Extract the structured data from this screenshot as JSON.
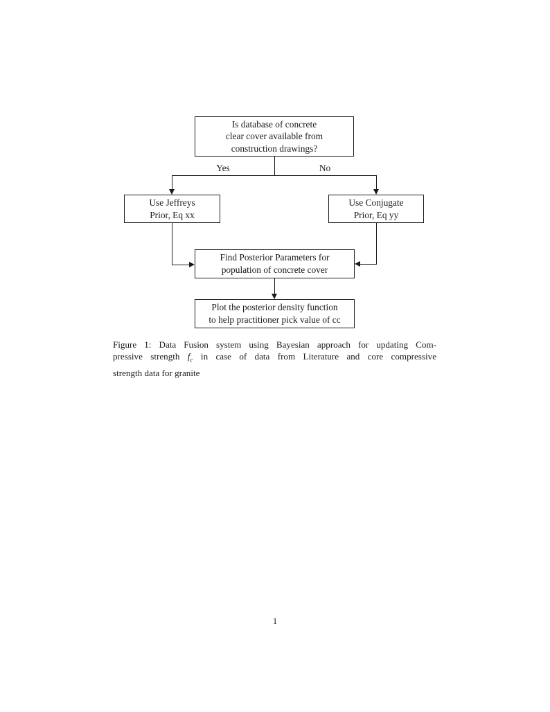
{
  "colors": {
    "ink": "#1a1a1a",
    "paper": "#ffffff"
  },
  "figure": {
    "flowchart": {
      "decision": {
        "lines": [
          "Is database of concrete",
          "clear cover available from",
          "construction drawings?"
        ]
      },
      "branch_yes": "Yes",
      "branch_no": "No",
      "jeffreys": {
        "lines": [
          "Use Jeffreys",
          "Prior, Eq xx"
        ]
      },
      "conjugate": {
        "lines": [
          "Use Conjugate",
          "Prior, Eq yy"
        ]
      },
      "posterior": {
        "lines": [
          "Find Posterior Parameters for",
          "population of concrete cover"
        ]
      },
      "plot": {
        "lines": [
          "Plot the posterior density function",
          "to help practitioner pick value of cc"
        ]
      }
    },
    "caption": {
      "line1": "Figure 1: Data Fusion system using Bayesian approach for updating Com-",
      "line2_pre": "pressive strength ",
      "math_var": "f",
      "math_sub": "c",
      "line2_post": " in case of data from Literature and core compressive",
      "line3": "strength data for granite"
    }
  },
  "page_number": "1"
}
